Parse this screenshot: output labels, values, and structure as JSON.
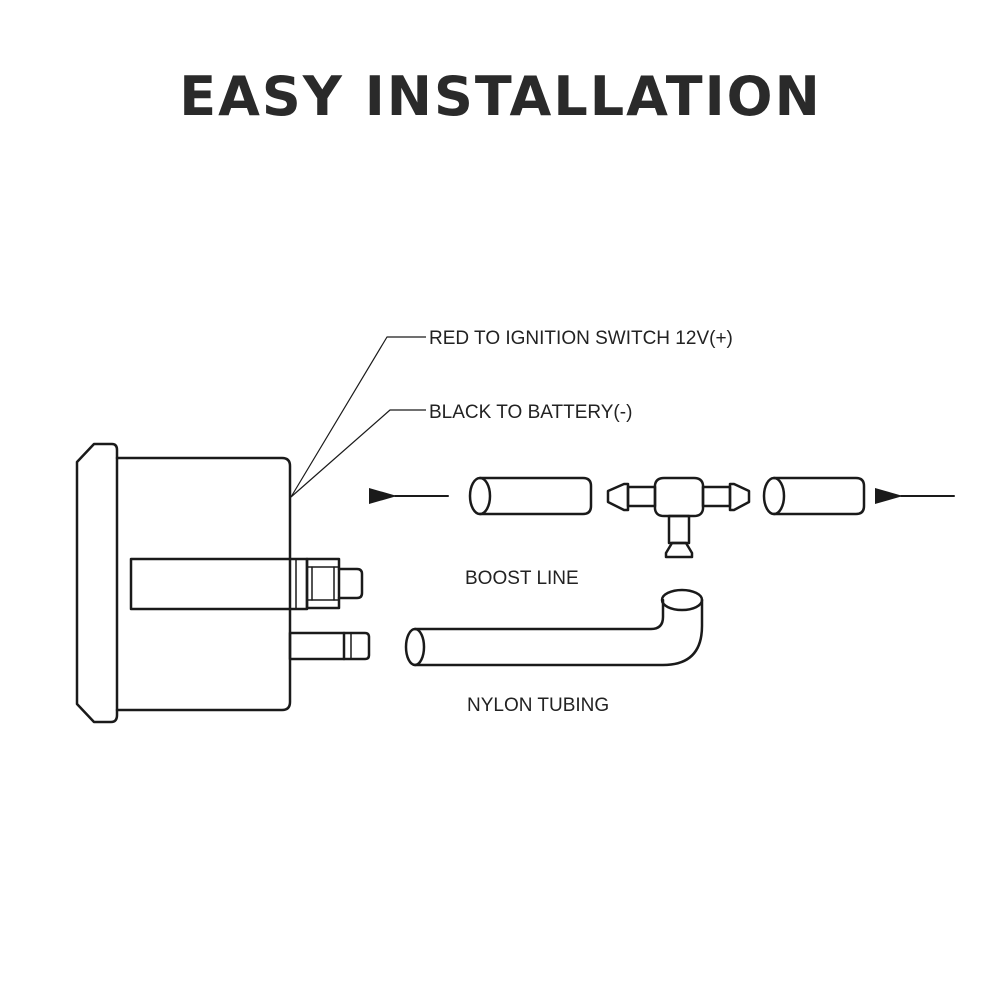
{
  "title": "EASY INSTALLATION",
  "labels": {
    "red_wire": "RED TO IGNITION SWITCH 12V(+)",
    "black_wire": "BLACK TO BATTERY(-)",
    "boost_line": "BOOST LINE",
    "nylon_tubing": "NYLON TUBING"
  },
  "colors": {
    "line": "#1a1a1a",
    "title": "#2a2a2a",
    "background": "#ffffff"
  }
}
